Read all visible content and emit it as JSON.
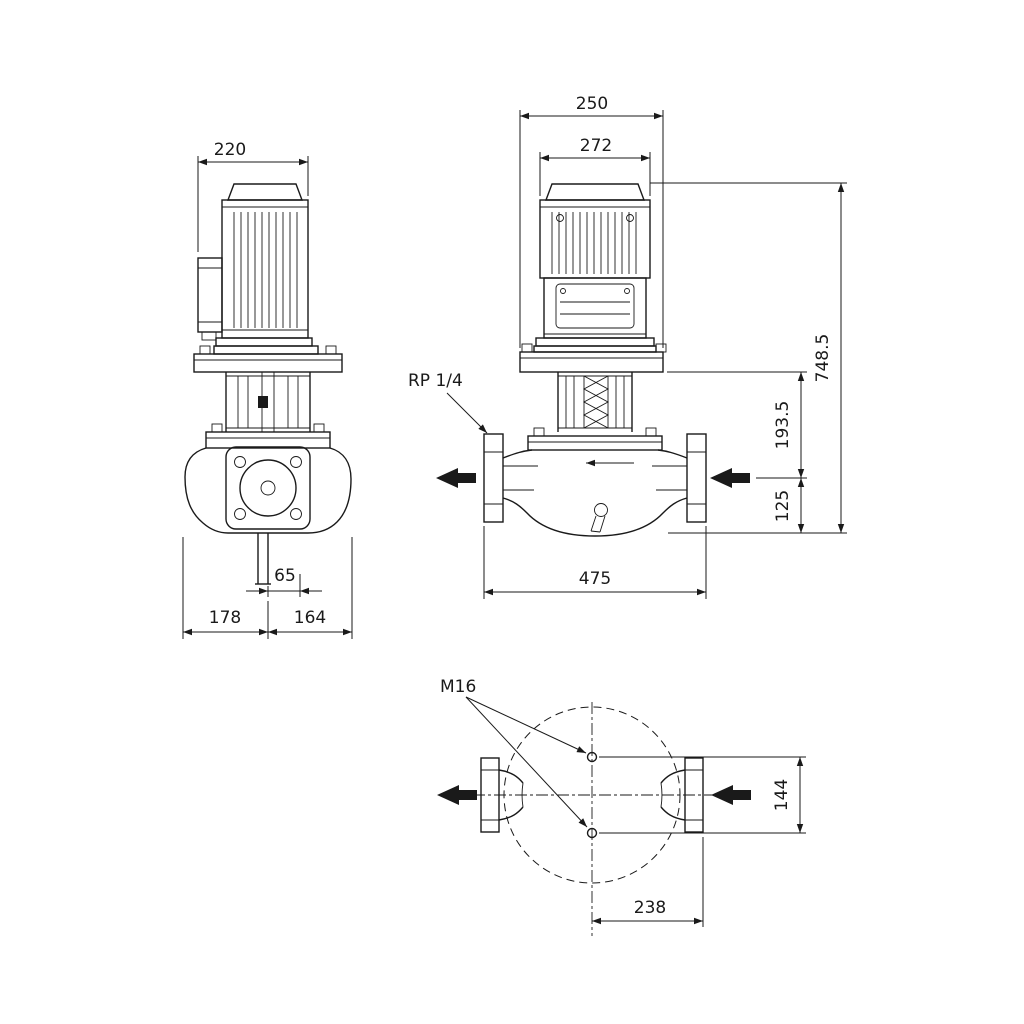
{
  "meta": {
    "background": "#ffffff",
    "line_color": "#1a1a1a"
  },
  "views": {
    "side": {
      "dims": {
        "motor_depth": "220",
        "drain_offset": "65",
        "base_left": "178",
        "base_right": "164"
      }
    },
    "front": {
      "dims": {
        "depth_top": "250",
        "motor_width": "272",
        "overall_height": "748.5",
        "flange_to_seal": "193.5",
        "port_height": "125",
        "port_to_port": "475"
      },
      "labels": {
        "gauge_tapping": "RP 1/4"
      }
    },
    "plan": {
      "labels": {
        "bolt_size": "M16"
      },
      "dims": {
        "bolt_spacing": "144",
        "center_to_face": "238"
      }
    }
  }
}
